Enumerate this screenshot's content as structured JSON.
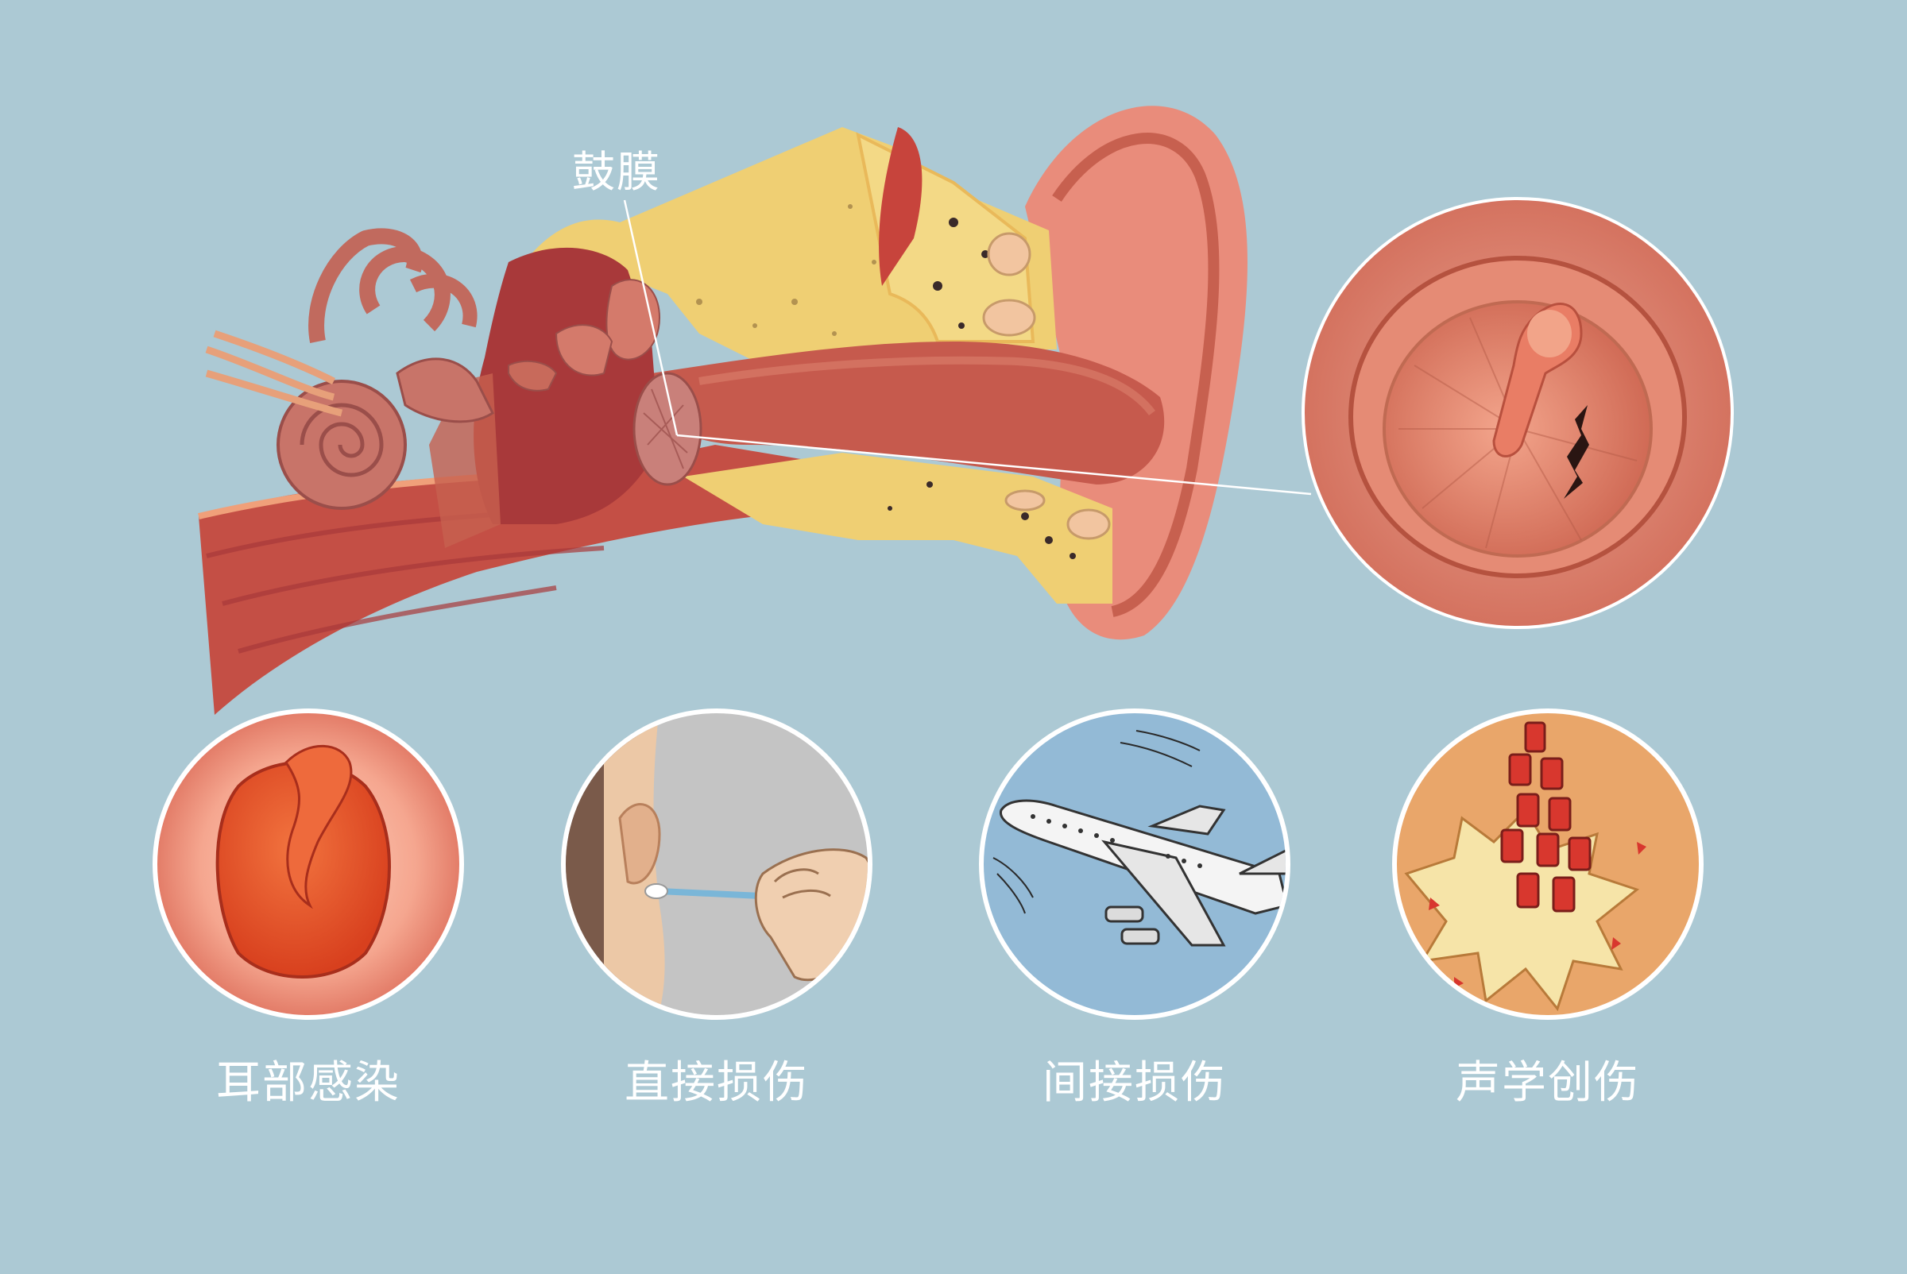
{
  "callout": {
    "label": "鼓膜"
  },
  "causes": [
    {
      "label": "耳部感染",
      "icon": "inflamed-eardrum-icon"
    },
    {
      "label": "直接损伤",
      "icon": "cotton-swab-ear-icon"
    },
    {
      "label": "间接损伤",
      "icon": "airplane-icon"
    },
    {
      "label": "声学创伤",
      "icon": "firecracker-explosion-icon"
    }
  ],
  "colors": {
    "background": "#acc9d4",
    "tissue": "#c9574b",
    "bone": "#efcf73",
    "skin": "#e98c7b"
  }
}
